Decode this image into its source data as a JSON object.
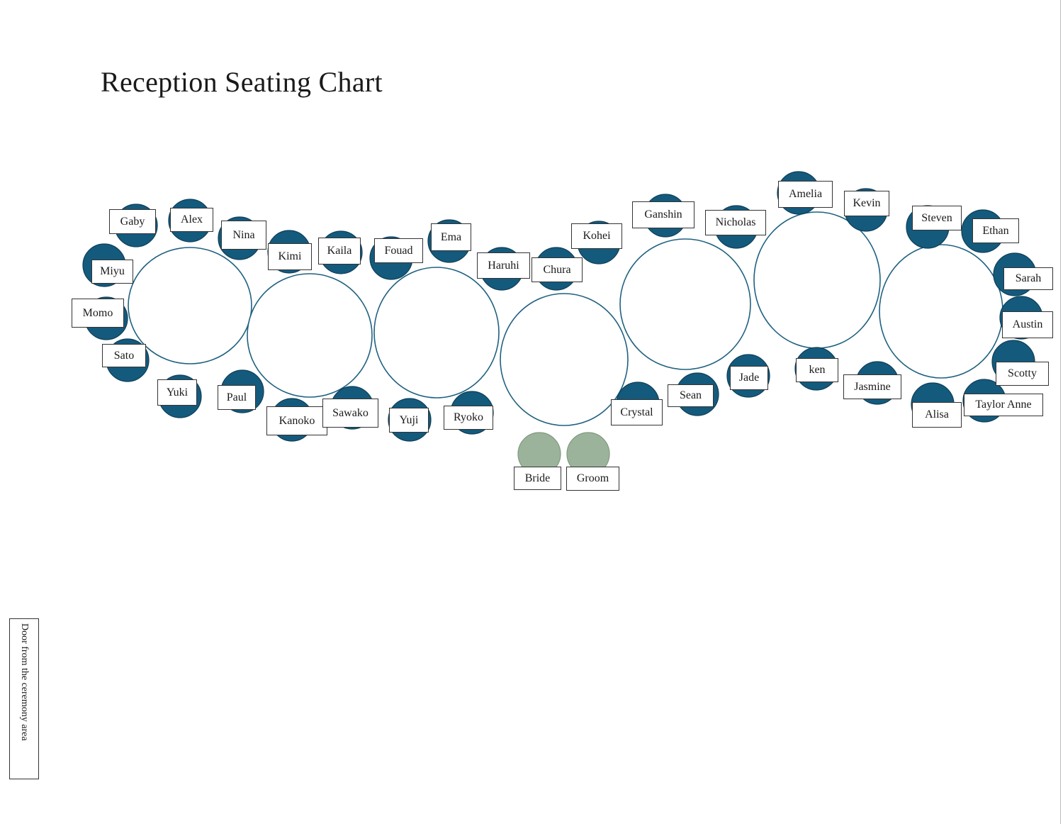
{
  "title": "Reception Seating Chart",
  "door_label": "Door from the ceremony area",
  "colors": {
    "seat": "#145a7d",
    "couple_seat": "#9cb39b",
    "table_outline": "#1f6180"
  },
  "guests": [
    "Gaby",
    "Alex",
    "Nina",
    "Kimi",
    "Kaila",
    "Fouad",
    "Ema",
    "Haruhi",
    "Chura",
    "Kohei",
    "Ganshin",
    "Nicholas",
    "Amelia",
    "Kevin",
    "Steven",
    "Ethan",
    "Miyu",
    "Momo",
    "Sato",
    "Yuki",
    "Paul",
    "Kanoko",
    "Sawako",
    "Yuji",
    "Ryoko",
    "Crystal",
    "Sean",
    "Jade",
    "ken",
    "Jasmine",
    "Alisa",
    "Taylor Anne",
    "Sarah",
    "Austin",
    "Scotty"
  ],
  "couple": [
    "Bride",
    "Groom"
  ]
}
